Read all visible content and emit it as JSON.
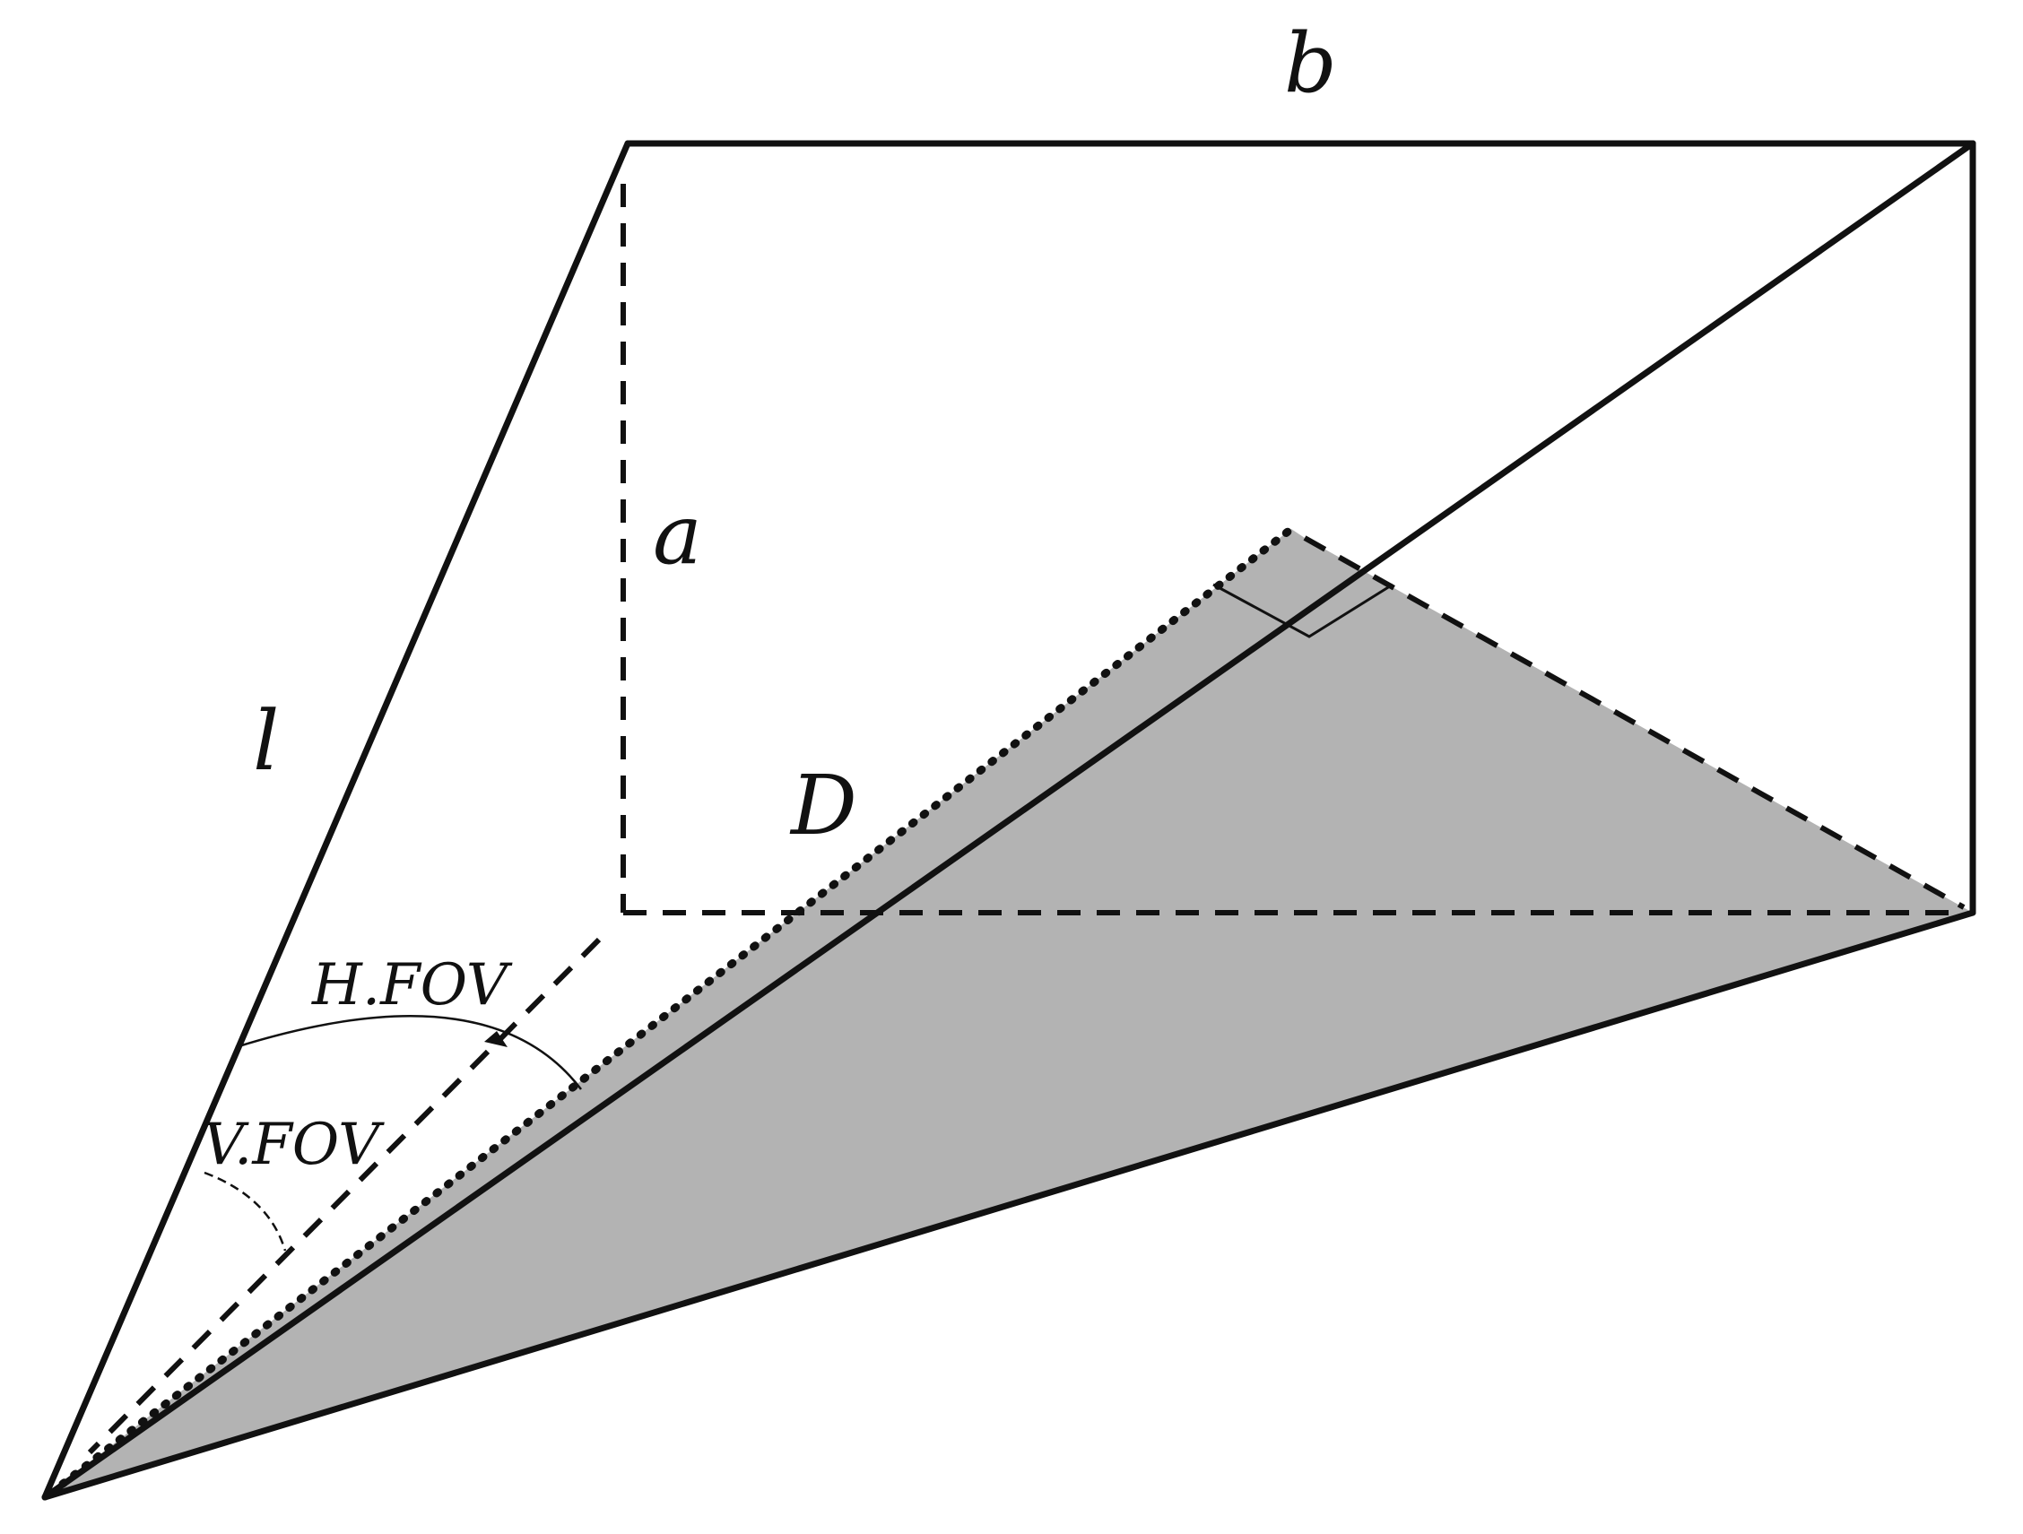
{
  "labels": {
    "b": "b",
    "a": "a",
    "l": "l",
    "D": "D",
    "hfov": "H.FOV",
    "vfov": "V.FOV"
  },
  "colors": {
    "stroke": "#111111",
    "fill": "#b3b3b3",
    "background": "#ffffff"
  }
}
